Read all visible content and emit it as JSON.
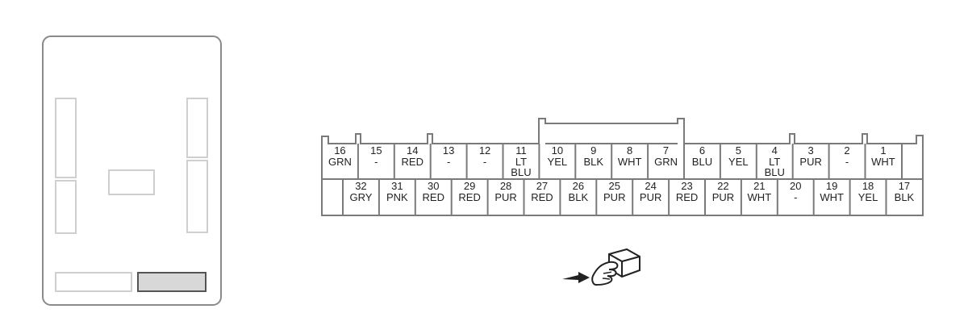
{
  "colors": {
    "outline": "#7a7a7a",
    "locator_outline": "#cfcfcf",
    "highlight_fill": "#d8d8d8",
    "highlight_stroke": "#555555",
    "text": "#222222"
  },
  "locator": {
    "highlighted_block": "bottom-right"
  },
  "connector": {
    "top_row": [
      {
        "num": "16",
        "color": [
          "GRN"
        ]
      },
      {
        "num": "15",
        "color": [
          "-"
        ]
      },
      {
        "num": "14",
        "color": [
          "RED"
        ]
      },
      {
        "num": "13",
        "color": [
          "-"
        ]
      },
      {
        "num": "12",
        "color": [
          "-"
        ]
      },
      {
        "num": "11",
        "color": [
          "LT",
          "BLU"
        ]
      },
      {
        "num": "10",
        "color": [
          "YEL"
        ]
      },
      {
        "num": "9",
        "color": [
          "BLK"
        ]
      },
      {
        "num": "8",
        "color": [
          "WHT"
        ]
      },
      {
        "num": "7",
        "color": [
          "GRN"
        ]
      },
      {
        "num": "6",
        "color": [
          "BLU"
        ]
      },
      {
        "num": "5",
        "color": [
          "YEL"
        ]
      },
      {
        "num": "4",
        "color": [
          "LT",
          "BLU"
        ]
      },
      {
        "num": "3",
        "color": [
          "PUR"
        ]
      },
      {
        "num": "2",
        "color": [
          "-"
        ]
      },
      {
        "num": "1",
        "color": [
          "WHT"
        ]
      }
    ],
    "bottom_row": [
      {
        "num": "32",
        "color": [
          "GRY"
        ]
      },
      {
        "num": "31",
        "color": [
          "PNK"
        ]
      },
      {
        "num": "30",
        "color": [
          "RED"
        ]
      },
      {
        "num": "29",
        "color": [
          "RED"
        ]
      },
      {
        "num": "28",
        "color": [
          "PUR"
        ]
      },
      {
        "num": "27",
        "color": [
          "RED"
        ]
      },
      {
        "num": "26",
        "color": [
          "BLK"
        ]
      },
      {
        "num": "25",
        "color": [
          "PUR"
        ]
      },
      {
        "num": "24",
        "color": [
          "PUR"
        ]
      },
      {
        "num": "23",
        "color": [
          "RED"
        ]
      },
      {
        "num": "22",
        "color": [
          "PUR"
        ]
      },
      {
        "num": "21",
        "color": [
          "WHT"
        ]
      },
      {
        "num": "20",
        "color": [
          "-"
        ]
      },
      {
        "num": "19",
        "color": [
          "WHT"
        ]
      },
      {
        "num": "18",
        "color": [
          "YEL"
        ]
      },
      {
        "num": "17",
        "color": [
          "BLK"
        ]
      }
    ]
  },
  "icons": {
    "view_direction": "hand-pushing-connector-icon"
  }
}
